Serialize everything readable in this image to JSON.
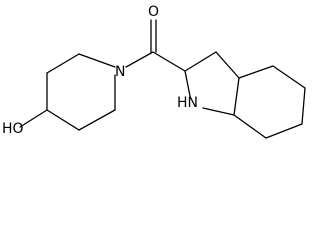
{
  "molecule": {
    "atoms": {
      "hydroxyl": "HO",
      "piperidine_nitrogen": "N",
      "carbonyl_oxygen": "O",
      "indoline_nh": "HN"
    }
  }
}
